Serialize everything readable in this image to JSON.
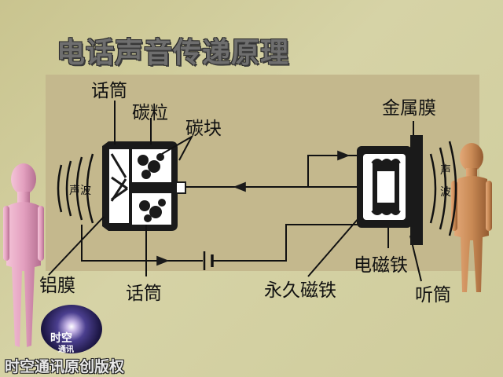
{
  "title": "电话声音传递原理",
  "labels": {
    "mic_top": "话筒",
    "carbon_grains": "碳粒",
    "carbon_block": "碳块",
    "metal_membrane": "金属膜",
    "sound_left": "声波",
    "sound_right_1": "声",
    "sound_right_2": "波",
    "aluminum_film": "铝膜",
    "mic_bottom": "话筒",
    "permanent_magnet": "永久磁铁",
    "electromagnet": "电磁铁",
    "receiver": "听筒"
  },
  "logo": {
    "line1": "时空",
    "line2": "通讯"
  },
  "copyright": "时空通讯原创版权",
  "colors": {
    "panel": "#c4b88d",
    "wire": "#1a1a1a",
    "figure_left": "#e3a6c0",
    "figure_right": "#c98a55"
  }
}
